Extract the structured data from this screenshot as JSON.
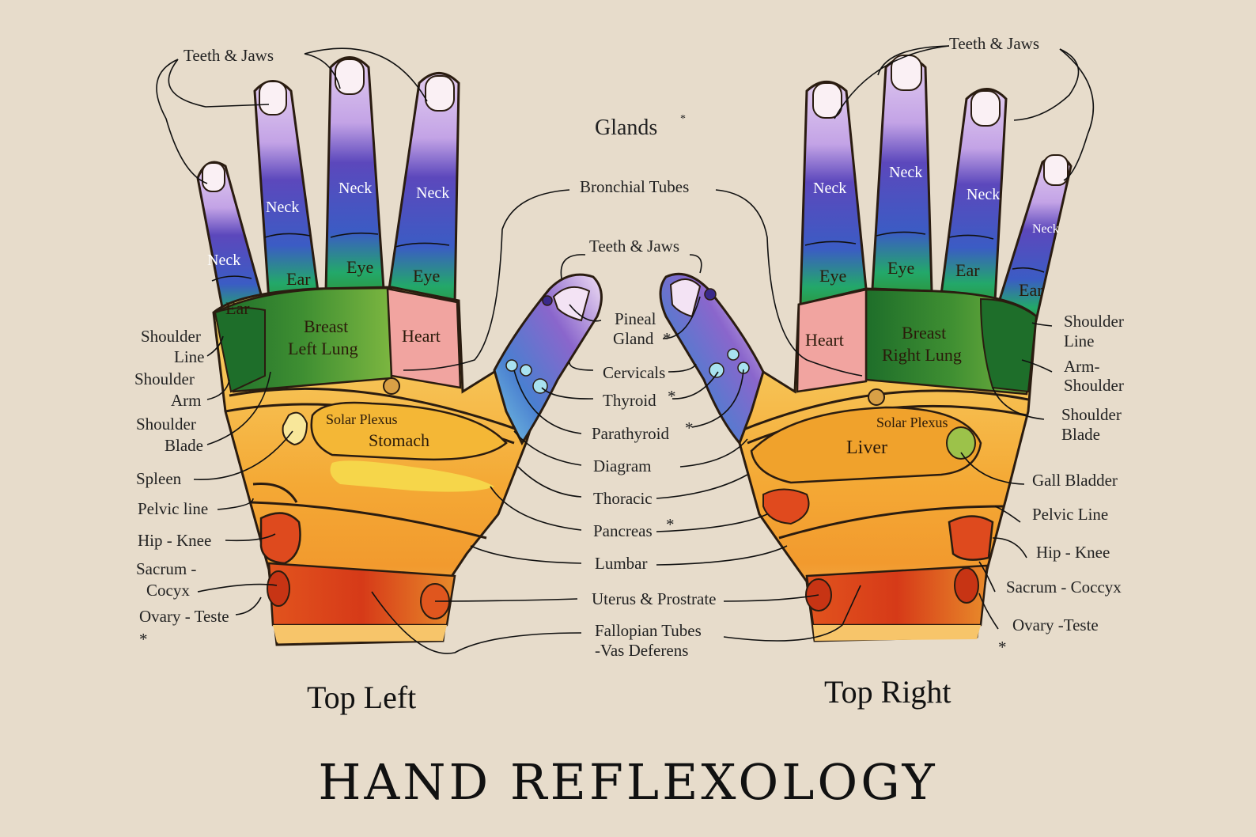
{
  "title": "HAND REFLEXOLOGY",
  "captions": {
    "left": "Top Left",
    "right": "Top Right"
  },
  "center": {
    "glands": "Glands",
    "glands_mark": "*",
    "bronchial_tubes": "Bronchial Tubes",
    "teeth_jaws": "Teeth & Jaws",
    "pineal_line1": "Pineal",
    "pineal_line2": "Gland",
    "cervicals": "Cervicals",
    "thyroid": "Thyroid",
    "parathyroid": "Parathyroid",
    "diagram": "Diagram",
    "thoracic": "Thoracic",
    "pancreas": "Pancreas",
    "lumbar": "Lumbar",
    "uterus": "Uterus & Prostrate",
    "fallopian_line1": "Fallopian Tubes",
    "fallopian_line2": "-Vas Deferens",
    "star": "*"
  },
  "left_labels": {
    "teeth_jaws": "Teeth & Jaws",
    "shoulder_line_1": "Shoulder",
    "shoulder_line_2": "Line",
    "shoulder_arm_1": "Shoulder",
    "shoulder_arm_2": "Arm",
    "shoulder_blade_1": "Shoulder",
    "shoulder_blade_2": "Blade",
    "spleen": "Spleen",
    "pelvic_line": "Pelvic line",
    "hip_knee": "Hip - Knee",
    "sacrum_1": "Sacrum -",
    "sacrum_2": "Cocyx",
    "ovary": "Ovary - Teste",
    "star": "*"
  },
  "right_labels": {
    "teeth_jaws": "Teeth & Jaws",
    "shoulder_line_1": "Shoulder",
    "shoulder_line_2": "Line",
    "arm_shoulder_1": "Arm-",
    "arm_shoulder_2": "Shoulder",
    "shoulder_blade_1": "Shoulder",
    "shoulder_blade_2": "Blade",
    "gall_bladder": "Gall Bladder",
    "pelvic_line": "Pelvic Line",
    "hip_knee": "Hip - Knee",
    "sacrum": "Sacrum - Coccyx",
    "ovary": "Ovary -Teste",
    "star": "*"
  },
  "left_hand": {
    "neck": "Neck",
    "ear": "Ear",
    "eye": "Eye",
    "breast_1": "Breast",
    "breast_2": "Left Lung",
    "heart": "Heart",
    "solar_plexus": "Solar Plexus",
    "stomach": "Stomach"
  },
  "right_hand": {
    "neck": "Neck",
    "ear": "Ear",
    "eye": "Eye",
    "breast_1": "Breast",
    "breast_2": "Right Lung",
    "heart": "Heart",
    "solar_plexus": "Solar Plexus",
    "liver": "Liver"
  },
  "colors": {
    "background": "#e7dccb",
    "finger_tip": "#dcc2ea",
    "neck_band": "#5a48b8",
    "eye_band": "#1f9a57",
    "lung": "#3e8f34",
    "heart": "#f1a4a0",
    "palm_orange": "#f3a62c",
    "wrist_red": "#d8401e",
    "outline": "#2a1c10"
  }
}
